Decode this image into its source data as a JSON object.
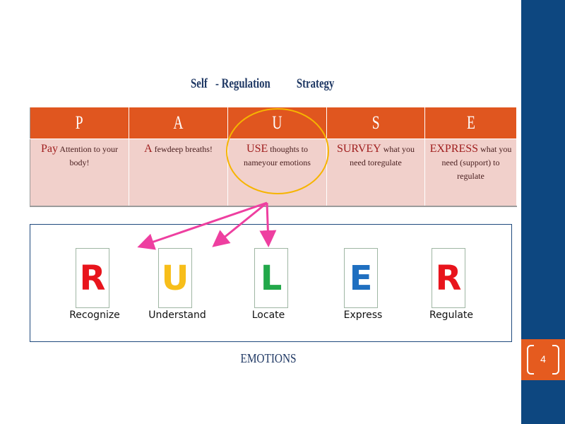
{
  "slide": {
    "title": "Self   - Regulation          Strategy",
    "page_number": "4"
  },
  "pause_table": {
    "headers": [
      "P",
      "A",
      "U",
      "S",
      "E"
    ],
    "cells": [
      {
        "lead": "Pay",
        "rest": "Attention to your body!"
      },
      {
        "lead": "A",
        "rest": "fewdeep breaths!"
      },
      {
        "lead": "USE",
        "rest": "thoughts to nameyour emotions"
      },
      {
        "lead": "SURVEY",
        "rest": "what you need toregulate"
      },
      {
        "lead": "EXPRESS",
        "rest": "what you need (support) to regulate"
      }
    ]
  },
  "ruler": {
    "letters": [
      {
        "letter": "R",
        "word": "Recognize",
        "color": "#e8141c"
      },
      {
        "letter": "U",
        "word": "Understand",
        "color": "#f7be1a"
      },
      {
        "letter": "L",
        "word": "Locate",
        "color": "#22a84a"
      },
      {
        "letter": "E",
        "word": "Express",
        "color": "#1f6fc0"
      },
      {
        "letter": "R",
        "word": "Regulate",
        "color": "#e8141c"
      }
    ],
    "caption": "EMOTIONS"
  },
  "colors": {
    "sidebar": "#0d4780",
    "accent": "#e55b1f",
    "highlight_ellipse": "#f6b400",
    "arrow": "#ee3fa0"
  }
}
